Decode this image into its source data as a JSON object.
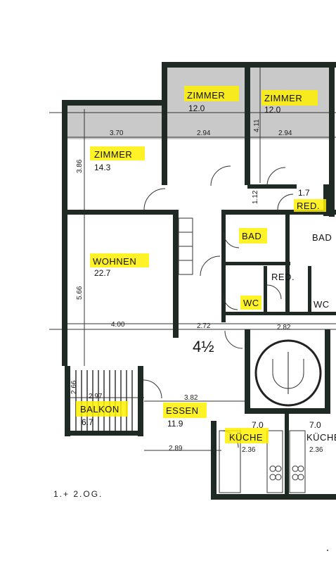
{
  "rooms": {
    "zimmer1": {
      "name": "ZIMMER",
      "area": "12.0"
    },
    "zimmer2": {
      "name": "ZIMMER",
      "area": "12.0"
    },
    "zimmer3": {
      "name": "ZIMMER",
      "area": "14.3"
    },
    "wohnen": {
      "name": "WOHNEN",
      "area": "22.7"
    },
    "balkon": {
      "name": "BALKON",
      "area": "6.7"
    },
    "essen": {
      "name": "ESSEN",
      "area": "11.9"
    },
    "bad": {
      "name": "BAD"
    },
    "bad2": {
      "name": "BAD"
    },
    "wc": {
      "name": "WC"
    },
    "wc2": {
      "name": "WC"
    },
    "red": {
      "name": "RED.",
      "area": "1.7"
    },
    "red2": {
      "name": "RED."
    },
    "kueche": {
      "name": "KÜCHE",
      "area": "7.0",
      "width": "2.36"
    },
    "kueche2": {
      "name": "KÜCHE",
      "area": "7.0",
      "width": "2.36"
    }
  },
  "dimensions": {
    "d370": "3.70",
    "d294a": "2.94",
    "d294b": "2.94",
    "d386": "3.86",
    "d411": "4.11",
    "d112": "1.12",
    "d566": "5.66",
    "d400": "4.00",
    "d272": "2.72",
    "d282": "2.82",
    "d266": "2.66",
    "d297": "2.97",
    "d382": "3.82",
    "d289": "2.89"
  },
  "unit_type": "4½",
  "floor_caption": "1.+ 2.OG."
}
